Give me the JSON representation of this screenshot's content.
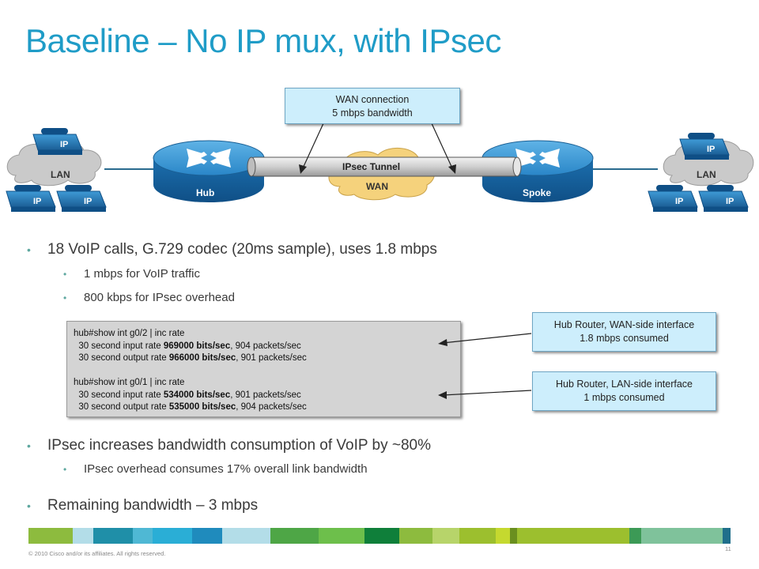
{
  "title": "Baseline – No IP mux, with IPsec",
  "diagram": {
    "wan_callout": [
      "WAN connection",
      "5 mbps bandwidth"
    ],
    "tunnel_label": "IPsec Tunnel",
    "wan_label": "WAN",
    "hub_label": "Hub",
    "spoke_label": "Spoke",
    "lan_left": "LAN",
    "lan_right": "LAN",
    "phone_label": "IP"
  },
  "bullets": {
    "b1": "18 VoIP calls, G.729 codec (20ms sample), uses 1.8 mbps",
    "b1_sub1": "1 mbps for VoIP traffic",
    "b1_sub2": "800 kbps for IPsec overhead",
    "b2": "IPsec increases bandwidth consumption of VoIP by ~80%",
    "b2_sub1": "IPsec overhead consumes 17% overall link bandwidth",
    "b3": "Remaining bandwidth – 3 mbps"
  },
  "cli": {
    "cmd1": "hub#show int g0/2 | inc rate",
    "l1_pre": "  30 second input rate ",
    "l1_bold": "969000 bits/sec",
    "l1_post": ", 904 packets/sec",
    "l2_pre": "  30 second output rate ",
    "l2_bold": "966000 bits/sec",
    "l2_post": ", 901 packets/sec",
    "cmd2": "hub#show int g0/1 | inc rate",
    "l3_pre": "  30 second input rate ",
    "l3_bold": "534000 bits/sec",
    "l3_post": ", 901 packets/sec",
    "l4_pre": "  30 second output rate ",
    "l4_bold": "535000 bits/sec",
    "l4_post": ", 904 packets/sec"
  },
  "callouts": {
    "wan_side": [
      "Hub Router, WAN-side interface",
      "1.8 mbps consumed"
    ],
    "lan_side": [
      "Hub Router, LAN-side interface",
      "1 mbps consumed"
    ]
  },
  "footer": "© 2010 Cisco and/or its affiliates. All rights reserved.",
  "page_number": "11",
  "colors": {
    "title": "#1f9cc7",
    "router": "#1f78b4",
    "tunnel": "#d9d9d9",
    "wan_cloud": "#f6d27a",
    "lan_cloud": "#c9c9c9",
    "callout_fill": "#cdeefc",
    "bullet_dot": "#5fa8a0"
  }
}
